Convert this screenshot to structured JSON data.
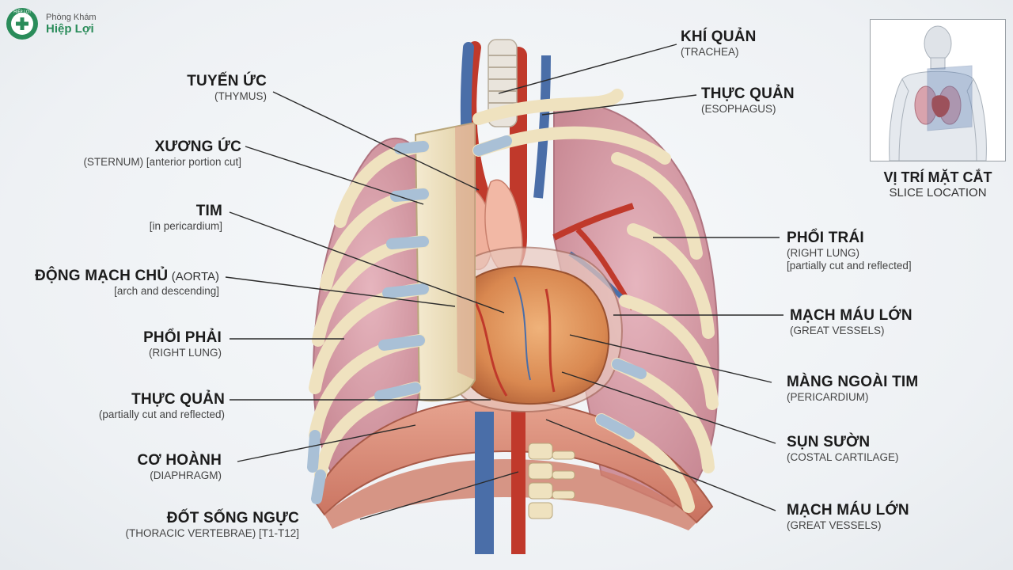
{
  "brand": {
    "top": "Phòng Khám",
    "name": "Hiệp Lợi",
    "logo_text": "HIỆP LỢI"
  },
  "labels": {
    "thymus": {
      "main": "TUYẾN ỨC",
      "sub": "(THYMUS)"
    },
    "sternum": {
      "main": "XƯƠNG ỨC",
      "sub": "(STERNUM) [anterior portion cut]"
    },
    "heart": {
      "main": "TIM",
      "sub": "[in pericardium]"
    },
    "aorta": {
      "main": "ĐỘNG MẠCH CHỦ",
      "suffix": "(AORTA)",
      "sub": "[arch and descending]"
    },
    "right_lung": {
      "main": "PHỔI PHẢI",
      "sub": "(RIGHT LUNG)"
    },
    "esophagus_left": {
      "main": "THỰC QUẢN",
      "sub": "(partially cut and reflected)"
    },
    "diaphragm": {
      "main": "CƠ HOÀNH",
      "sub": "(DIAPHRAGM)"
    },
    "thoracic_vertebrae": {
      "main": "ĐỐT SỐNG NGỰC",
      "sub": "(THORACIC VERTEBRAE) [T1-T12]"
    },
    "trachea": {
      "main": "KHÍ QUẢN",
      "sub": "(TRACHEA)"
    },
    "esophagus_right": {
      "main": "THỰC QUẢN",
      "sub": "(ESOPHAGUS)"
    },
    "left_lung": {
      "main": "PHỔI TRÁI",
      "sub": "(RIGHT LUNG)",
      "sub2": "[partially cut and reflected]"
    },
    "great_vessels_1": {
      "main": "MẠCH MÁU LỚN",
      "sub": "(GREAT VESSELS)"
    },
    "pericardium": {
      "main": "MÀNG NGOÀI TIM",
      "sub": "(PERICARDIUM)"
    },
    "costal_cartilage": {
      "main": "SỤN SƯỜN",
      "sub": "(COSTAL CARTILAGE)"
    },
    "great_vessels_2": {
      "main": "MẠCH MÁU LỚN",
      "sub": "(GREAT VESSELS)"
    }
  },
  "inset": {
    "title": "VỊ TRÍ MẶT CẮT",
    "subtitle": "SLICE LOCATION"
  },
  "colors": {
    "lung": "#d9a3ad",
    "lung_dark": "#b87985",
    "bone": "#efe2bf",
    "bone_edge": "#b9a77c",
    "cartilage": "#a9c0d6",
    "heart": "#d98a5a",
    "heart_dark": "#b0603a",
    "artery": "#c0392b",
    "vein": "#4a6ea8",
    "muscle": "#d98f7e",
    "thymus": "#f0b09c",
    "leader": "#2b2b2b",
    "brand": "#2a8c5a"
  }
}
